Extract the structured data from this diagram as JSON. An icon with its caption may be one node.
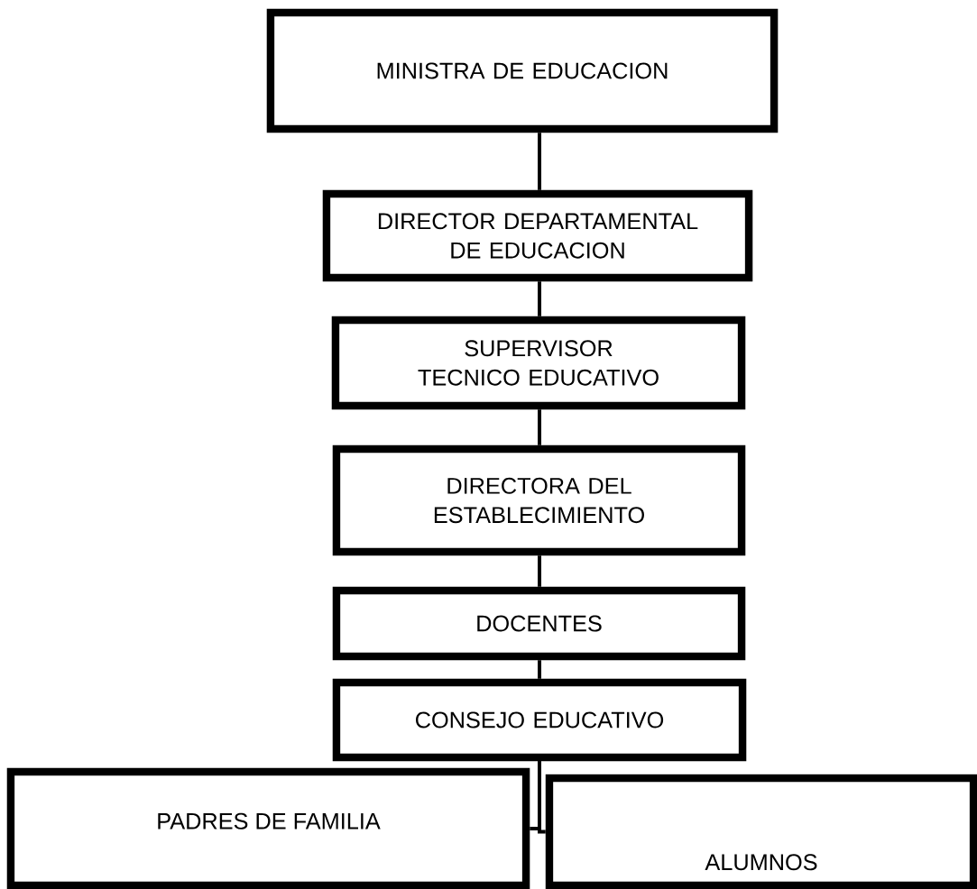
{
  "diagram": {
    "nodes": [
      {
        "text": [
          "MINISTRA DE EDUCACION"
        ]
      },
      {
        "text": [
          "DIRECTOR DEPARTAMENTAL DE EDUCACION"
        ]
      },
      {
        "text": [
          "SUPERVISOR TECNICO EDUCATIVO"
        ]
      },
      {
        "text": [
          "DIRECTORA DEL ESTABLECIMIENTO"
        ]
      },
      {
        "text": [
          "DOCENTES"
        ]
      },
      {
        "text": [
          "CONSEJO EDUCATIVO"
        ]
      },
      {
        "text": [
          "PADRES DE FAMILIA"
        ]
      },
      {
        "text": [
          "ALUMNOS"
        ]
      }
    ],
    "edges": [
      {
        "from": 0,
        "to": 1,
        "arrow": "none"
      },
      {
        "from": 1,
        "to": 2,
        "arrow": "none"
      },
      {
        "from": 2,
        "to": 3,
        "arrow": "none"
      },
      {
        "from": 3,
        "to": 4,
        "arrow": "none"
      },
      {
        "from": 4,
        "to": 5,
        "arrow": "none"
      },
      {
        "from": 5,
        "to": 6,
        "arrow": "none"
      },
      {
        "from": 5,
        "to": 7,
        "arrow": "none"
      }
    ]
  }
}
